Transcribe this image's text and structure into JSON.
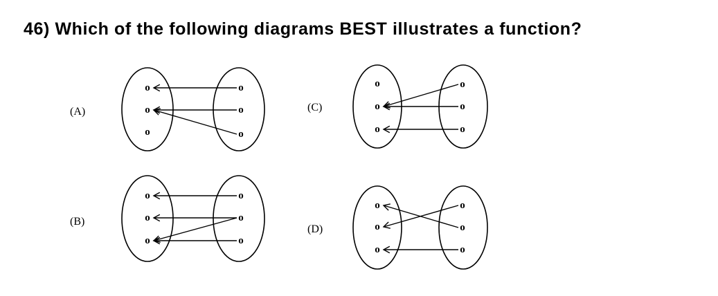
{
  "question": {
    "text": "46) Which of the following diagrams BEST illustrates a function?"
  },
  "options": [
    {
      "id": "A",
      "label": "(A)",
      "mappings": [
        [
          0,
          0
        ],
        [
          1,
          1
        ],
        [
          1,
          2
        ]
      ],
      "domain": [
        "o",
        "o",
        "o"
      ],
      "codomain": [
        "o",
        "o",
        "o"
      ]
    },
    {
      "id": "B",
      "label": "(B)",
      "mappings": [
        [
          0,
          0
        ],
        [
          1,
          1
        ],
        [
          2,
          1
        ],
        [
          2,
          2
        ]
      ],
      "domain": [
        "o",
        "o",
        "o"
      ],
      "codomain": [
        "o",
        "o",
        "o"
      ]
    },
    {
      "id": "C",
      "label": "(C)",
      "mappings": [
        [
          1,
          0
        ],
        [
          1,
          1
        ],
        [
          2,
          2
        ]
      ],
      "domain": [
        "o",
        "o",
        "o"
      ],
      "codomain": [
        "o",
        "o",
        "o"
      ]
    },
    {
      "id": "D",
      "label": "(D)",
      "mappings": [
        [
          0,
          1
        ],
        [
          1,
          0
        ],
        [
          2,
          2
        ]
      ],
      "domain": [
        "o",
        "o",
        "o"
      ],
      "codomain": [
        "o",
        "o",
        "o"
      ]
    }
  ]
}
